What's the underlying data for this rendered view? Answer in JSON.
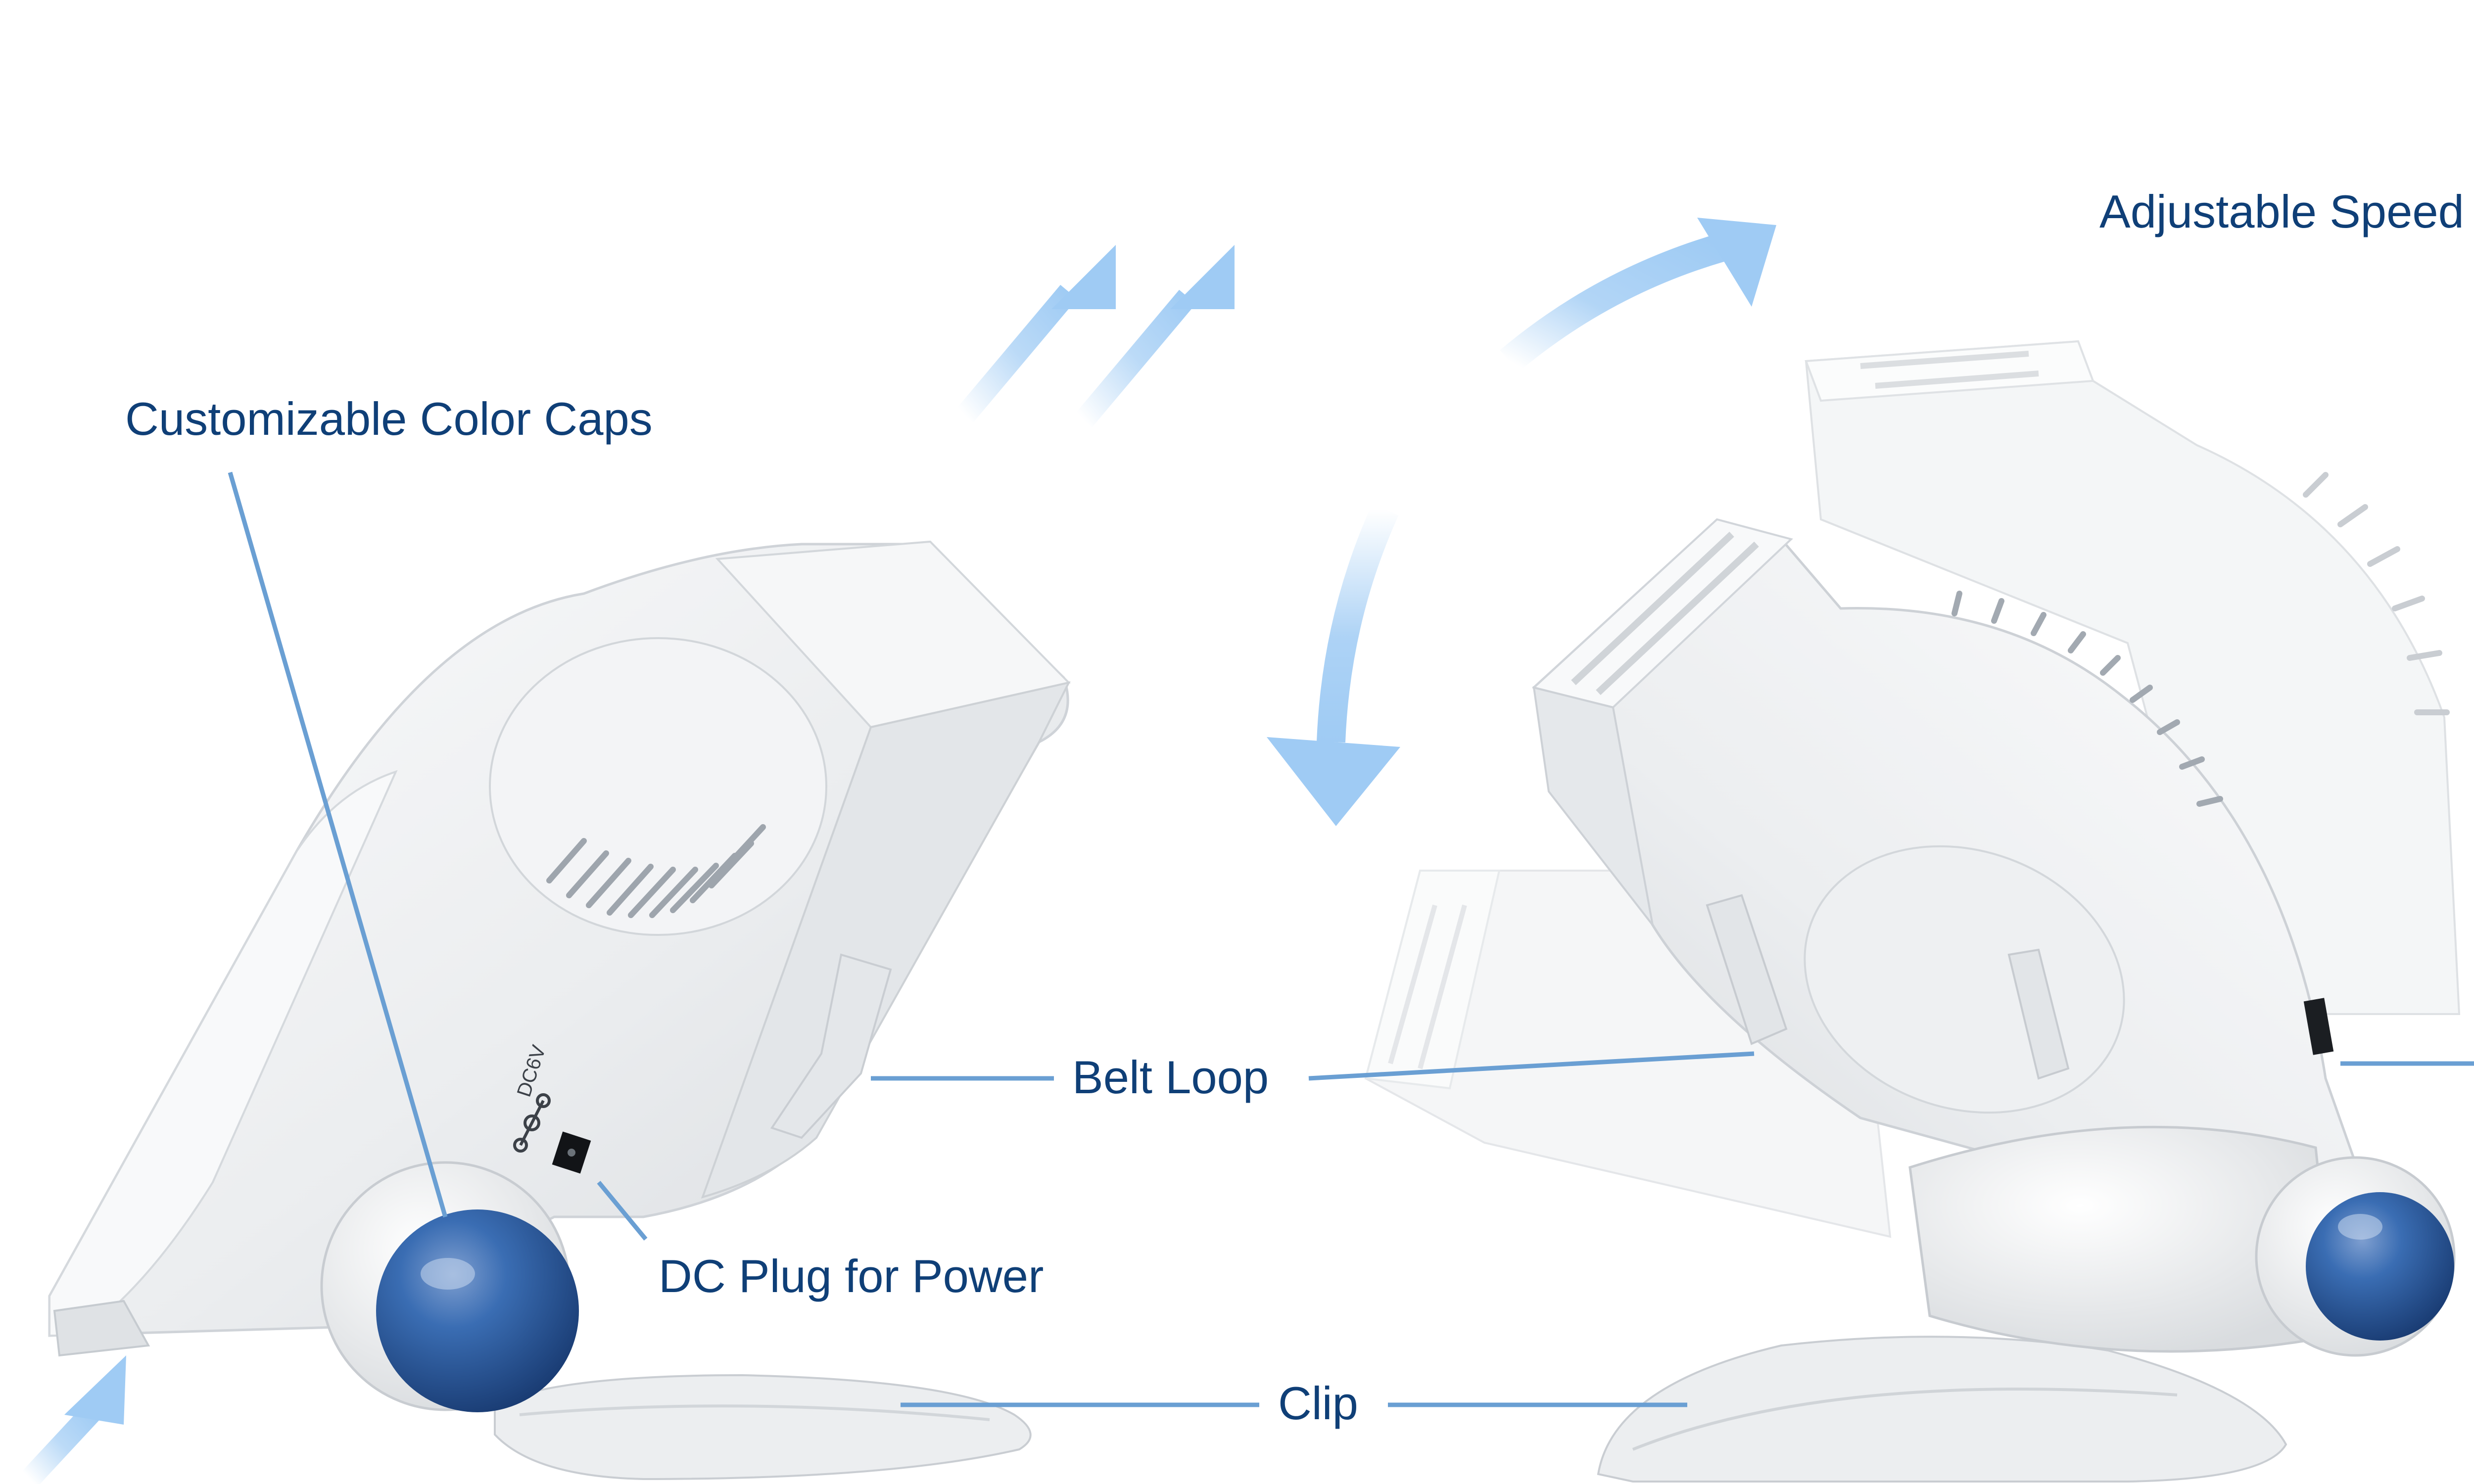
{
  "callouts": {
    "color_caps": "Customizable Color Caps",
    "belt_loop": "Belt Loop",
    "dc_plug": "DC Plug for Power",
    "clip": "Clip",
    "adjustable_speed": "Adjustable Speed"
  },
  "device_marking": "DC6V",
  "colors": {
    "label_text": "#0f3f77",
    "leader_line": "#6a9fd3",
    "airflow_arrow": "#9fcbf4",
    "cap_blue": "#2e61a6",
    "body_white": "#f2f3f4"
  }
}
